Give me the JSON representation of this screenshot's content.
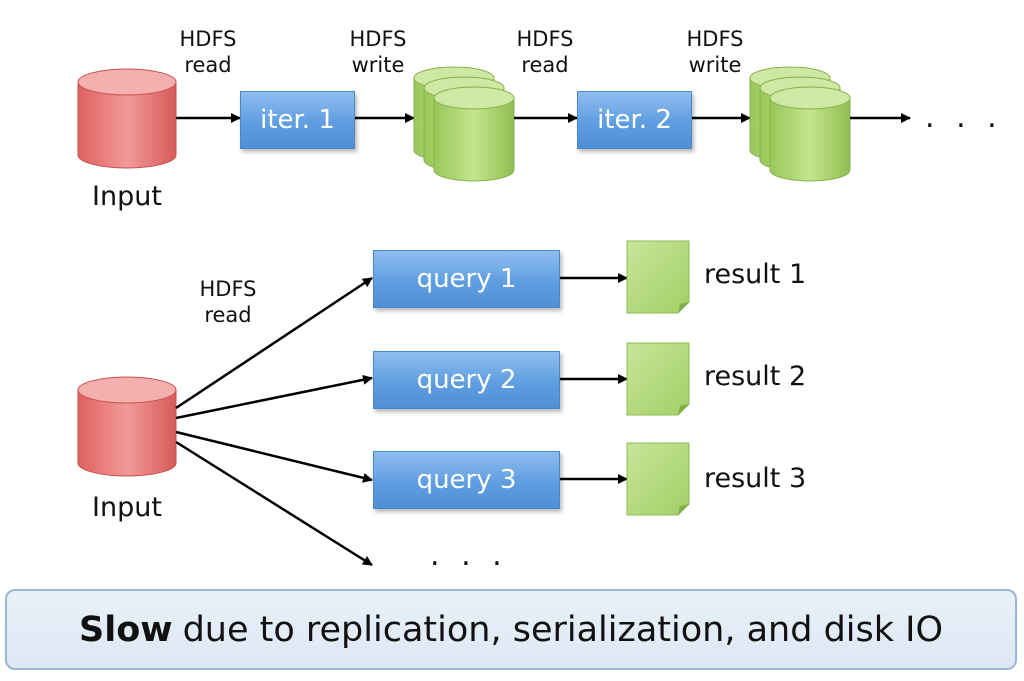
{
  "top_flow": {
    "input_label": "Input",
    "edges": [
      {
        "line1": "HDFS",
        "line2": "read"
      },
      {
        "line1": "HDFS",
        "line2": "write"
      },
      {
        "line1": "HDFS",
        "line2": "read"
      },
      {
        "line1": "HDFS",
        "line2": "write"
      }
    ],
    "iterations": [
      "iter. 1",
      "iter. 2"
    ],
    "ellipsis": ". . ."
  },
  "bottom_flow": {
    "input_label": "Input",
    "edge": {
      "line1": "HDFS",
      "line2": "read"
    },
    "queries": [
      "query 1",
      "query 2",
      "query 3"
    ],
    "results": [
      "result 1",
      "result 2",
      "result 3"
    ],
    "ellipsis": ". . ."
  },
  "banner": {
    "bold": "Slow",
    "rest": "due to replication, serialization, and disk IO"
  },
  "colors": {
    "input_db": "#e06e6e",
    "storage_db": "#a6d068",
    "process_box": "#5f9ee0",
    "result_doc": "#a6d068",
    "banner_bg": "#e2ecf6"
  }
}
